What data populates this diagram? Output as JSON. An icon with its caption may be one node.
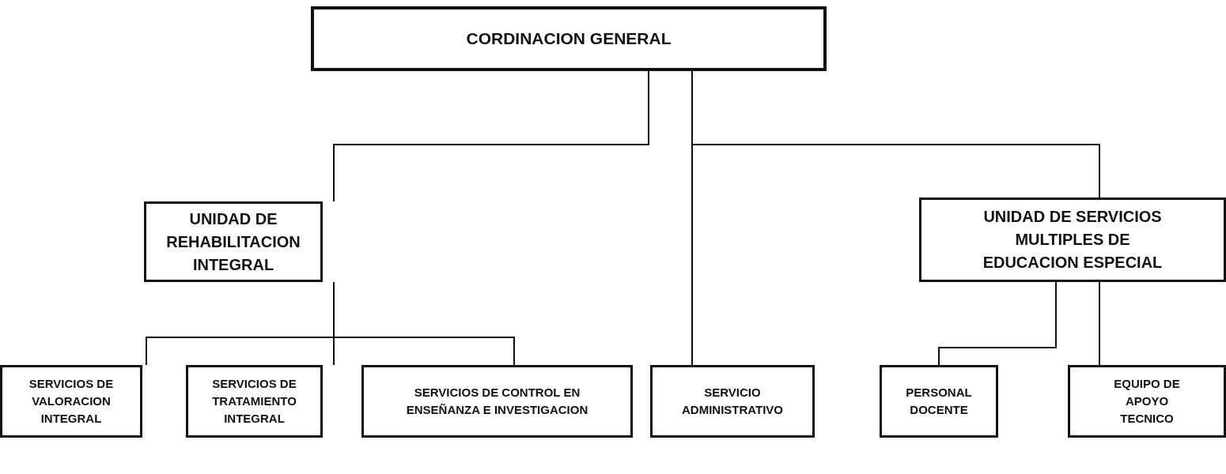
{
  "diagram": {
    "nodes": [
      {
        "text": [
          "CORDINACION GENERAL"
        ]
      },
      {
        "text": [
          "UNIDAD DE REHABILITACION INTEGRAL"
        ]
      },
      {
        "text": [
          "UNIDAD DE SERVICIOS MULTIPLES DE EDUCACION ESPECIAL"
        ]
      },
      {
        "text": [
          "SERVICIOS DE VALORACION INTEGRAL"
        ]
      },
      {
        "text": [
          "SERVICIOS DE TRATAMIENTO INTEGRAL"
        ]
      },
      {
        "text": [
          "SERVICIOS DE CONTROL EN ENSEÑANZA E INVESTIGACION"
        ]
      },
      {
        "text": [
          "SERVICIO ADMINISTRATIVO"
        ]
      },
      {
        "text": [
          "PERSONAL DOCENTE"
        ]
      },
      {
        "text": [
          "EQUIPO DE APOYO TECNICO"
        ]
      }
    ],
    "edges": [
      {
        "from": 0,
        "to": 1,
        "arrow": "none"
      },
      {
        "from": 0,
        "to": 6,
        "arrow": "none"
      },
      {
        "from": 0,
        "to": 2,
        "arrow": "none"
      },
      {
        "from": 1,
        "to": 3,
        "arrow": "none"
      },
      {
        "from": 1,
        "to": 4,
        "arrow": "none"
      },
      {
        "from": 1,
        "to": 5,
        "arrow": "none"
      },
      {
        "from": 2,
        "to": 7,
        "arrow": "none"
      },
      {
        "from": 2,
        "to": 8,
        "arrow": "none"
      }
    ]
  }
}
